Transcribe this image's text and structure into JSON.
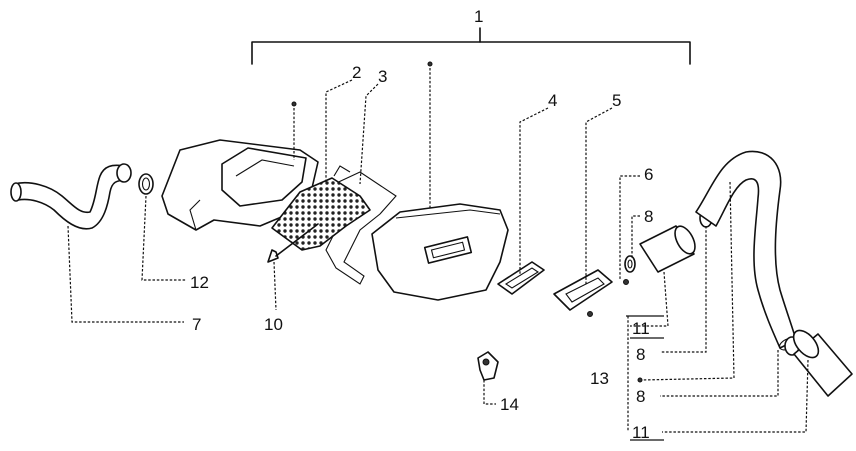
{
  "labels": {
    "l1": "1",
    "l2": "2",
    "l3": "3",
    "l4": "4",
    "l5": "5",
    "l6": "6",
    "l7": "7",
    "l8a": "8",
    "l8b": "8",
    "l8c": "8",
    "l10": "10",
    "l11a": "11",
    "l11b": "11",
    "l12": "12",
    "l13": "13",
    "l14": "14"
  }
}
